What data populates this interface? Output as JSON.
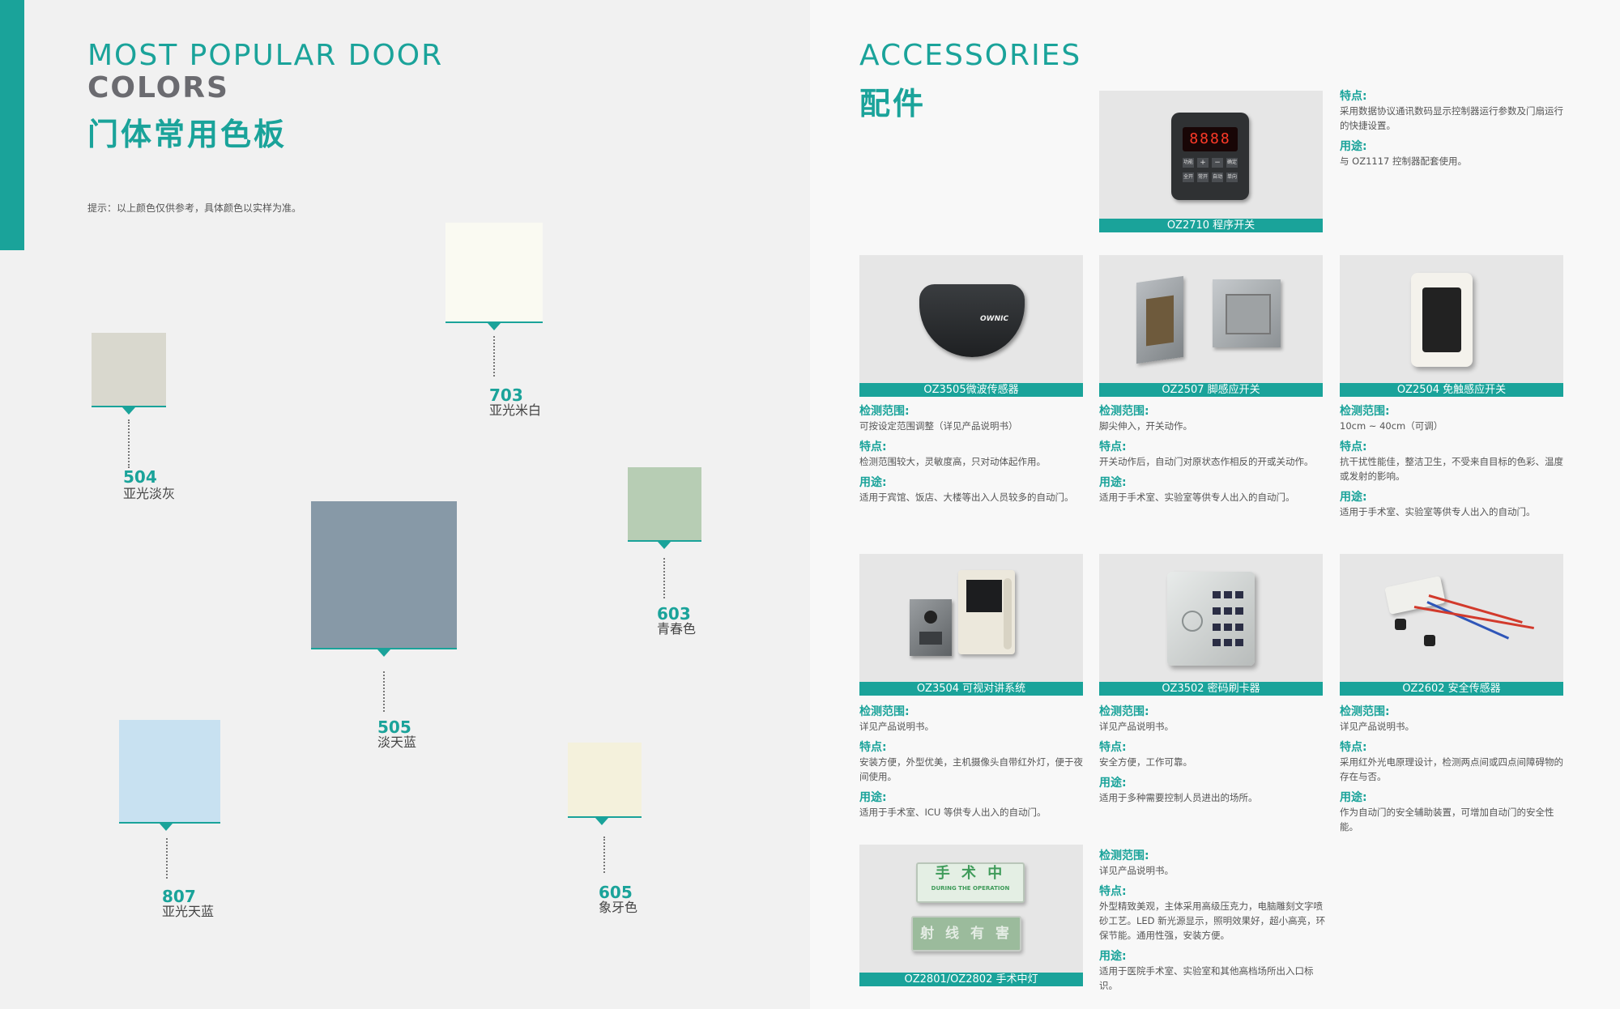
{
  "left": {
    "title_line1": "MOST POPULAR DOOR",
    "title_line2": "COLORS",
    "title_cn": "门体常用色板",
    "note": "提示：以上颜色仅供参考，具体颜色以实样为准。",
    "swatches": [
      {
        "code": "504",
        "name": "亚光淡灰",
        "color": "#d9d8ce"
      },
      {
        "code": "703",
        "name": "亚光米白",
        "color": "#fafaf2"
      },
      {
        "code": "603",
        "name": "青春色",
        "color": "#b7cdb4"
      },
      {
        "code": "505",
        "name": "淡天蓝",
        "color": "#8799a7"
      },
      {
        "code": "807",
        "name": "亚光天蓝",
        "color": "#c8e1f1"
      },
      {
        "code": "605",
        "name": "象牙色",
        "color": "#f4f1dc"
      }
    ]
  },
  "right": {
    "title_en": "ACCESSORIES",
    "title_cn": "配件",
    "products": [
      {
        "caption": "OZ2710 程序开关",
        "display": "8888",
        "keys": [
          "功能",
          "+",
          "−",
          "确定",
          "全开",
          "常开",
          "自动",
          "单向"
        ],
        "specs": [
          {
            "label": "特点:",
            "text": "采用数据协议通讯数码显示控制器运行参数及门扇运行的快捷设置。"
          },
          {
            "label": "用途:",
            "text": "与 OZ1117 控制器配套使用。"
          }
        ]
      },
      {
        "caption": "OZ3505微波传感器",
        "brand": "OWNIC",
        "specs": [
          {
            "label": "检测范围:",
            "text": "可按设定范围调整（详见产品说明书）"
          },
          {
            "label": "特点:",
            "text": "检测范围较大，灵敏度高，只对动体起作用。"
          },
          {
            "label": "用途:",
            "text": "适用于宾馆、饭店、大楼等出入人员较多的自动门。"
          }
        ]
      },
      {
        "caption": "OZ2507 脚感应开关",
        "specs": [
          {
            "label": "检测范围:",
            "text": "脚尖伸入，开关动作。"
          },
          {
            "label": "特点:",
            "text": "开关动作后，自动门对原状态作相反的开或关动作。"
          },
          {
            "label": "用途:",
            "text": "适用于手术室、实验室等供专人出入的自动门。"
          }
        ]
      },
      {
        "caption": "OZ2504 免触感应开关",
        "specs": [
          {
            "label": "检测范围:",
            "text": "10cm ~ 40cm（可调）"
          },
          {
            "label": "特点:",
            "text": "抗干扰性能佳，整洁卫生，不受来自目标的色彩、温度或发射的影响。"
          },
          {
            "label": "用途:",
            "text": "适用于手术室、实验室等供专人出入的自动门。"
          }
        ]
      },
      {
        "caption": "OZ3504 可视对讲系统",
        "specs": [
          {
            "label": "检测范围:",
            "text": "详见产品说明书。"
          },
          {
            "label": "特点:",
            "text": "安装方便，外型优美，主机摄像头自带红外灯，便于夜间使用。"
          },
          {
            "label": "用途:",
            "text": "适用于手术室、ICU 等供专人出入的自动门。"
          }
        ]
      },
      {
        "caption": "OZ3502 密码刷卡器",
        "specs": [
          {
            "label": "检测范围:",
            "text": "详见产品说明书。"
          },
          {
            "label": "特点:",
            "text": "安全方便，工作可靠。"
          },
          {
            "label": "用途:",
            "text": "适用于多种需要控制人员进出的场所。"
          }
        ]
      },
      {
        "caption": "OZ2602 安全传感器",
        "specs": [
          {
            "label": "检测范围:",
            "text": "详见产品说明书。"
          },
          {
            "label": "特点:",
            "text": "采用红外光电原理设计，检测两点间或四点间障碍物的存在与否。"
          },
          {
            "label": "用途:",
            "text": "作为自动门的安全辅助装置，可增加自动门的安全性能。"
          }
        ]
      },
      {
        "caption": "OZ2801/OZ2802 手术中灯",
        "sign1_cn": "手 术 中",
        "sign1_en": "DURING THE OPERATION",
        "sign2_cn": "射 线 有 害",
        "specs": [
          {
            "label": "检测范围:",
            "text": "详见产品说明书。"
          },
          {
            "label": "特点:",
            "text": "外型精致美观，主体采用高级压克力，电脑雕刻文字喷砂工艺。LED 新光源显示，照明效果好，超小高亮，环保节能。通用性强，安装方便。"
          },
          {
            "label": "用途:",
            "text": "适用于医院手术室、实验室和其他高档场所出入口标识。"
          }
        ]
      }
    ]
  }
}
